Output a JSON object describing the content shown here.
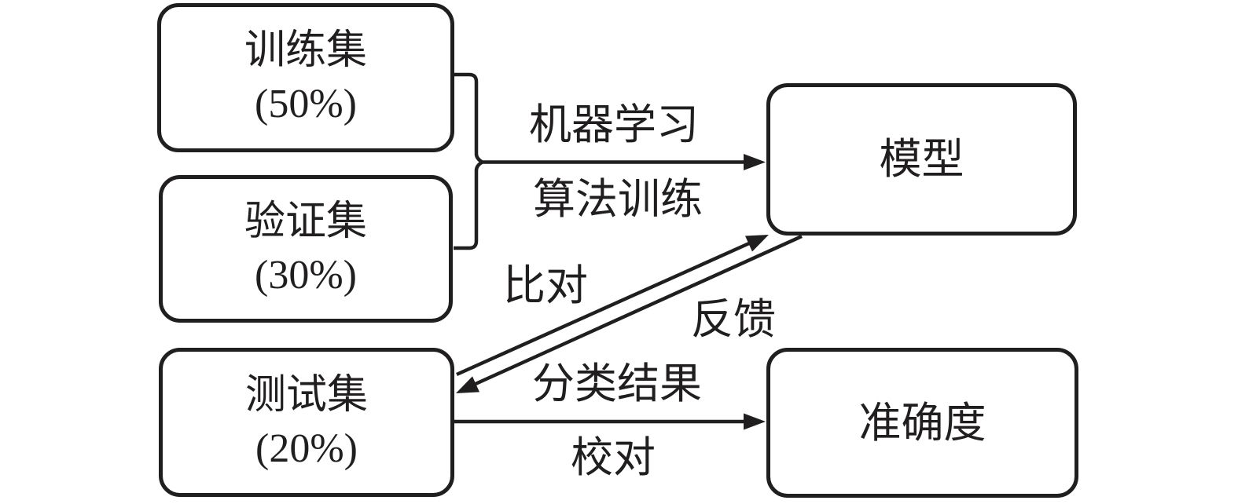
{
  "colors": {
    "ink": "#211e1f",
    "background": "#ffffff"
  },
  "nodes": {
    "training": {
      "title": "训练集",
      "share": "(50%)"
    },
    "validation": {
      "title": "验证集",
      "share": "(30%)"
    },
    "test": {
      "title": "测试集",
      "share": "(20%)"
    },
    "model": {
      "title": "模型"
    },
    "accuracy": {
      "title": "准确度"
    }
  },
  "edges": {
    "train_to_model": {
      "label_line1": "机器学习",
      "label_line2": "算法训练"
    },
    "test_to_model": {
      "label": "比对"
    },
    "model_to_test": {
      "label": "反馈"
    },
    "test_to_accuracy": {
      "label_line1": "分类结果",
      "label_line2": "校对"
    }
  }
}
